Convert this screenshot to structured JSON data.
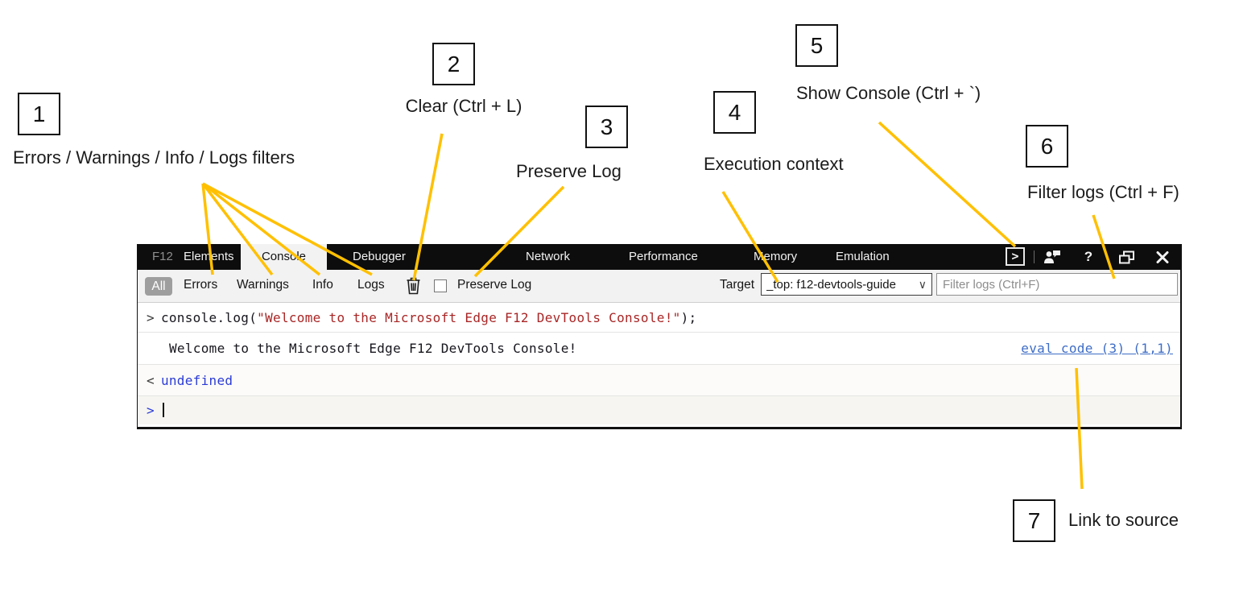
{
  "annotations": {
    "line_color": "#FFC000",
    "callouts": [
      {
        "number": "1",
        "label": "Errors / Warnings / Info / Logs filters"
      },
      {
        "number": "2",
        "label": "Clear (Ctrl + L)"
      },
      {
        "number": "3",
        "label": "Preserve Log"
      },
      {
        "number": "4",
        "label": "Execution context"
      },
      {
        "number": "5",
        "label": "Show Console (Ctrl + `)"
      },
      {
        "number": "6",
        "label": "Filter logs (Ctrl + F)"
      },
      {
        "number": "7",
        "label": "Link to source"
      }
    ]
  },
  "devtools": {
    "titlebar": {
      "tabs": [
        "F12",
        "Elements",
        "Console",
        "Debugger",
        "Network",
        "Performance",
        "Memory",
        "Emulation"
      ],
      "active_tab": "Console",
      "show_console_glyph": ">",
      "help_glyph": "?",
      "icon_names": [
        "show-console-icon",
        "feedback-icon",
        "help-icon",
        "dock-window-icon",
        "close-icon"
      ]
    },
    "toolbar": {
      "filters": [
        "All",
        "Errors",
        "Warnings",
        "Info",
        "Logs"
      ],
      "active_filter": "All",
      "clear_icon": "trash-icon",
      "preserve_log_label": "Preserve Log",
      "preserve_log_checked": false,
      "target_label": "Target",
      "target_value": "_top: f12-devtools-guide",
      "target_chevron": "∨",
      "filter_placeholder": "Filter logs (Ctrl+F)"
    },
    "console": {
      "input_prompt": ">",
      "code_prefix": "console.log(",
      "code_string": "\"Welcome to the Microsoft Edge F12 DevTools Console!\"",
      "code_suffix": ");",
      "log_message": "Welcome to the Microsoft Edge F12 DevTools Console!",
      "source_link": "eval code (3) (1,1)",
      "result_prompt": "<",
      "result_value": "undefined",
      "editor_prompt": ">"
    },
    "colors": {
      "tabbar_bg": "#0D0D0D",
      "string_red": "#A92626",
      "value_blue": "#2B3BD6",
      "link_blue": "#3E6DC6"
    }
  }
}
